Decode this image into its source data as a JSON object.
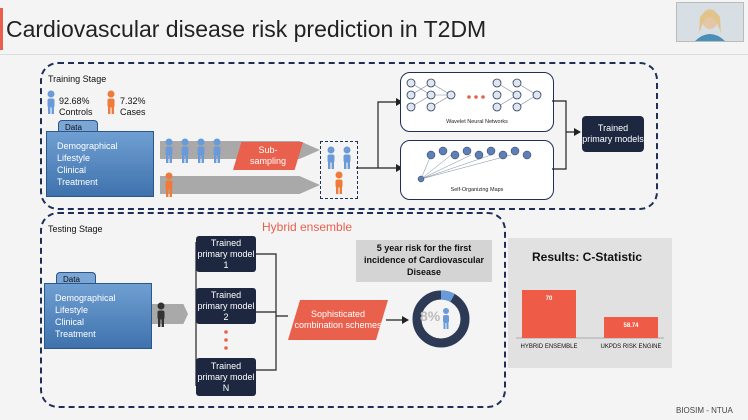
{
  "slide": {
    "title": "Cardiovascular disease risk prediction in T2DM",
    "footer": "BIOSIM - NTUA"
  },
  "training": {
    "stage_label": "Training Stage",
    "controls_pct": "92.68%",
    "controls_label": "Controls",
    "cases_pct": "7.32%",
    "cases_label": "Cases",
    "folder_tab": "Data",
    "folder_lines": [
      "Demographical",
      "Lifestyle",
      "Clinical",
      "Treatment"
    ],
    "subsampling_label": "Sub-\nsampling",
    "wnn_label": "Wavelet Neural Networks",
    "som_label": "Self-Organizing Maps",
    "trained_label": "Trained primary models"
  },
  "testing": {
    "stage_label": "Testing Stage",
    "hybrid_label": "Hybrid ensemble",
    "folder_tab": "Data",
    "folder_lines": [
      "Demographical",
      "Lifestyle",
      "Clinical",
      "Treatment"
    ],
    "models": [
      "Trained primary model 1",
      "Trained primary model 2",
      "Trained primary model N"
    ],
    "combination_label": "Sophisticated combination schemes",
    "risk_banner": "5 year risk for the first incidence of Cardiovascular Disease",
    "risk_pct": "8%",
    "risk_fraction": 0.08
  },
  "results": {
    "title": "Results: C-Statistic",
    "chart_data": {
      "type": "bar",
      "categories": [
        "HYBRID ENSEMBLE",
        "UKPDS RISK ENGINE"
      ],
      "values": [
        70,
        58.74
      ],
      "value_labels": [
        "70",
        "58.74"
      ],
      "title": "Results: C-Statistic",
      "ylim": [
        50,
        75
      ],
      "color": "#ee5c47"
    }
  },
  "colors": {
    "accent": "#e8604c",
    "navy": "#1d2840",
    "dash": "#1f2f55",
    "blue_person": "#6a9bd8",
    "orange_person": "#f07a3a"
  }
}
